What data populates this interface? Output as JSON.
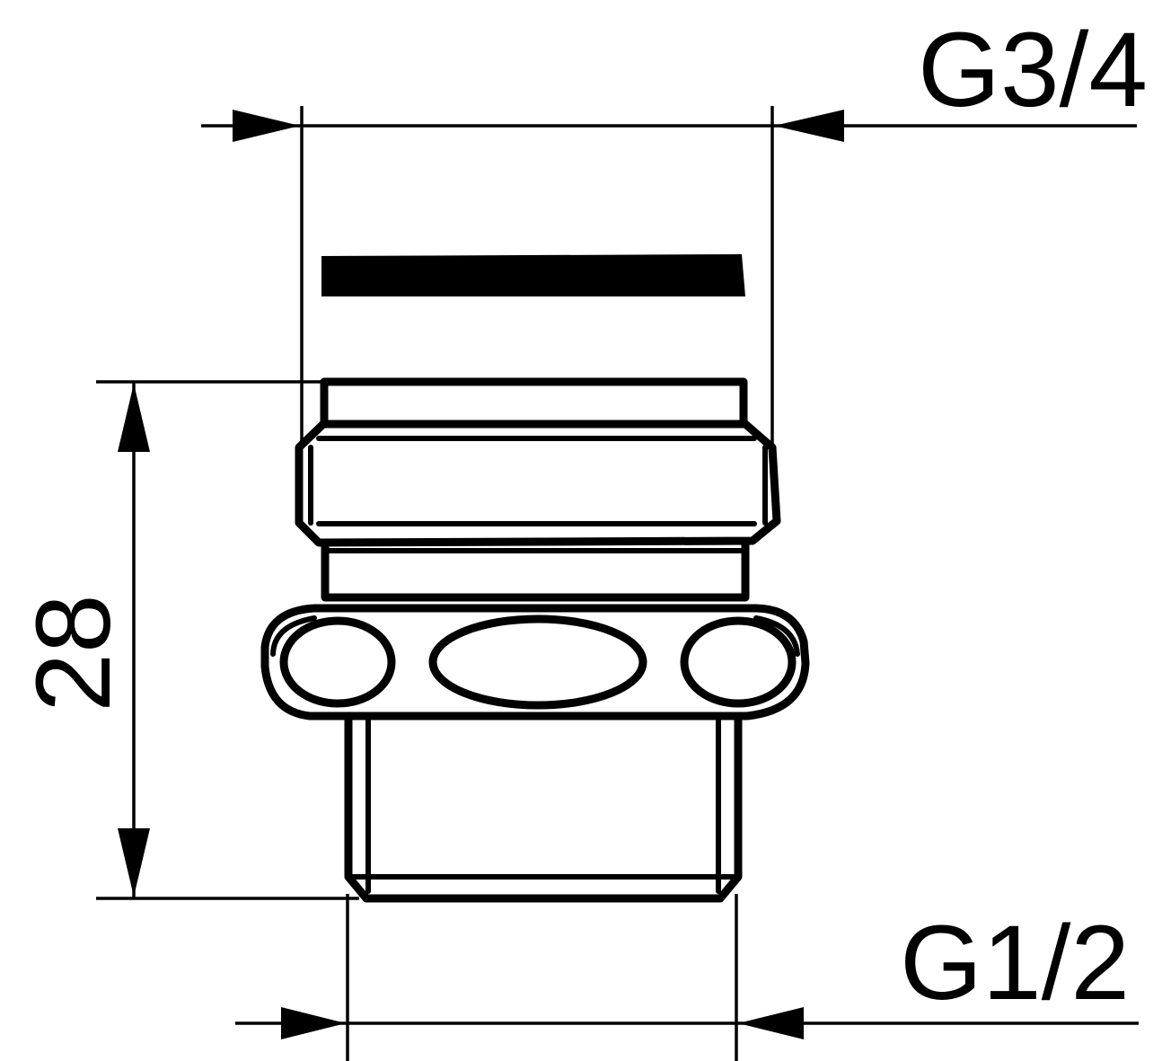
{
  "dimensions": {
    "top_thread": "G3/4",
    "bottom_thread": "G1/2",
    "height": "28"
  },
  "colors": {
    "line": "#000000",
    "background": "#ffffff"
  }
}
